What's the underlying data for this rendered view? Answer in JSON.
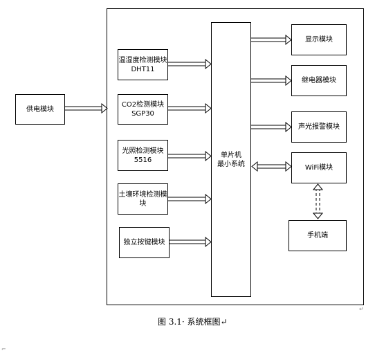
{
  "diagram": {
    "power_module": "供电模块",
    "sensors": [
      {
        "line1": "温湿度检测模块",
        "line2": "DHT11"
      },
      {
        "line1": "CO2检测模块",
        "line2": "SGP30"
      },
      {
        "line1": "光照检测模块",
        "line2": "5516"
      },
      {
        "line1": "土壤环境检测模",
        "line2": "块"
      },
      {
        "line1": "独立按键模块",
        "line2": ""
      }
    ],
    "mcu": {
      "line1": "单片机",
      "line2": "最小系统"
    },
    "outputs": [
      "显示模块",
      "继电器模块",
      "声光报警模块",
      "WiFi模块"
    ],
    "phone": "手机端"
  },
  "caption": "图 3.1· 系统框图↵",
  "colors": {
    "line": "#000000",
    "background": "#ffffff"
  }
}
